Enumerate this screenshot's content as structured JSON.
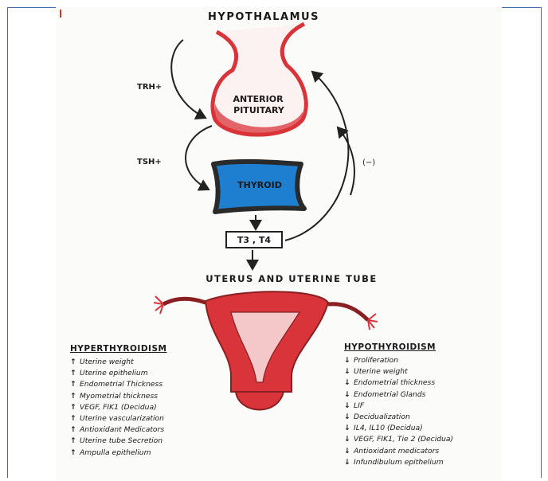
{
  "diagram": {
    "hypothalamus": "HYPOTHALAMUS",
    "anterior_pituitary_1": "ANTERIOR",
    "anterior_pituitary_2": "PITUITARY",
    "trh": "TRH+",
    "tsh": "TSH+",
    "thyroid": "THYROID",
    "hormones": "T3 , T4",
    "feedback": "(−)",
    "target": "UTERUS AND UTERINE TUBE"
  },
  "hyperthyroidism": {
    "heading": "HYPERTHYROIDISM",
    "items": [
      {
        "arrow": "↑",
        "text": "Uterine weight"
      },
      {
        "arrow": "↑",
        "text": "Uterine epithelium"
      },
      {
        "arrow": "↑",
        "text": "Endometrial Thickness"
      },
      {
        "arrow": "↑",
        "text": "Myometrial thickness"
      },
      {
        "arrow": "↑",
        "text": "VEGF, FIK1 (Decidua)"
      },
      {
        "arrow": "↑",
        "text": "Uterine vascularization"
      },
      {
        "arrow": "↑",
        "text": "Antioxidant Medicators"
      },
      {
        "arrow": "↑",
        "text": "Uterine tube Secretion"
      },
      {
        "arrow": "↑",
        "text": "Ampulla epithelium"
      }
    ]
  },
  "hypothyroidism": {
    "heading": "HYPOTHYROIDISM",
    "items": [
      {
        "arrow": "↓",
        "text": "Proliferation"
      },
      {
        "arrow": "↓",
        "text": "Uterine weight"
      },
      {
        "arrow": "↓",
        "text": "Endometrial thickness"
      },
      {
        "arrow": "↓",
        "text": "Endometrial Glands"
      },
      {
        "arrow": "↓",
        "text": "LIF"
      },
      {
        "arrow": "↓",
        "text": "Decidualization"
      },
      {
        "arrow": "↓",
        "text": "IL4, IL10 (Decidua)"
      },
      {
        "arrow": "↓",
        "text": "VEGF, FIK1, Tie 2 (Decidua)"
      },
      {
        "arrow": "↓",
        "text": "Antioxidant medicators"
      },
      {
        "arrow": "↓",
        "text": "Infundibulum epithelium"
      }
    ]
  },
  "colors": {
    "pituitary_red": "#d9343a",
    "thyroid_blue": "#1e7fd0",
    "thyroid_outline": "#2a2a2a",
    "uterus_red": "#d9343a",
    "frame_blue": "#3b6fb2"
  }
}
